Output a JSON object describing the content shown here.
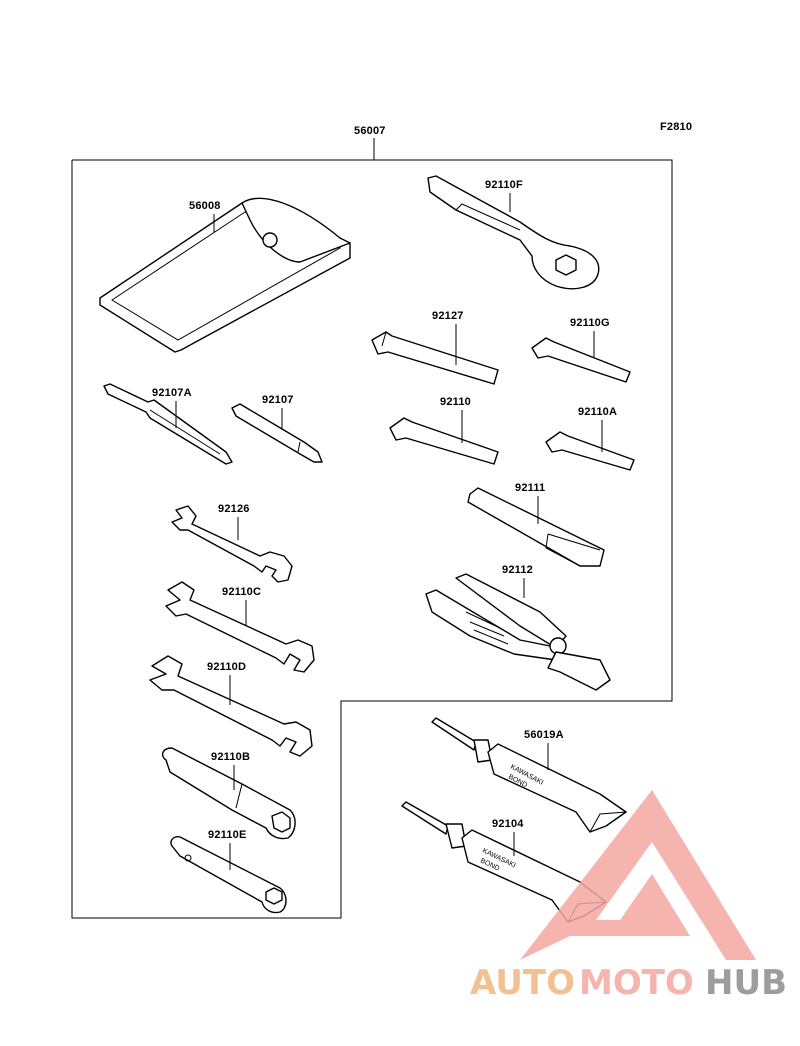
{
  "figure_code": "F2810",
  "kit_number": "56007",
  "parts": {
    "pouch": "56008",
    "ring_spanner": "92110F",
    "hex_key_large": "92127",
    "hex_key_g": "92110G",
    "hex_key_mid": "92110",
    "hex_key_a": "92110A",
    "screwdriver_handle": "92111",
    "pliers": "92112",
    "screwdriver_bit_a": "92107A",
    "screwdriver_bit": "92107",
    "open_wrench_small": "92126",
    "open_wrench_c": "92110C",
    "open_wrench_d": "92110D",
    "box_wrench_b": "92110B",
    "box_wrench_e": "92110E",
    "bond_tube_1": "56019A",
    "bond_tube_2": "92104"
  },
  "tube_print": {
    "brand": "KAWASAKI",
    "product": "BOND"
  },
  "watermark": {
    "word_a": "AUTO",
    "word_b": "MOTO",
    "word_c": "HUB",
    "color_primary": "#f4a7a1",
    "color_accent": "#f2b77e",
    "color_dark": "#8d8d8d"
  }
}
